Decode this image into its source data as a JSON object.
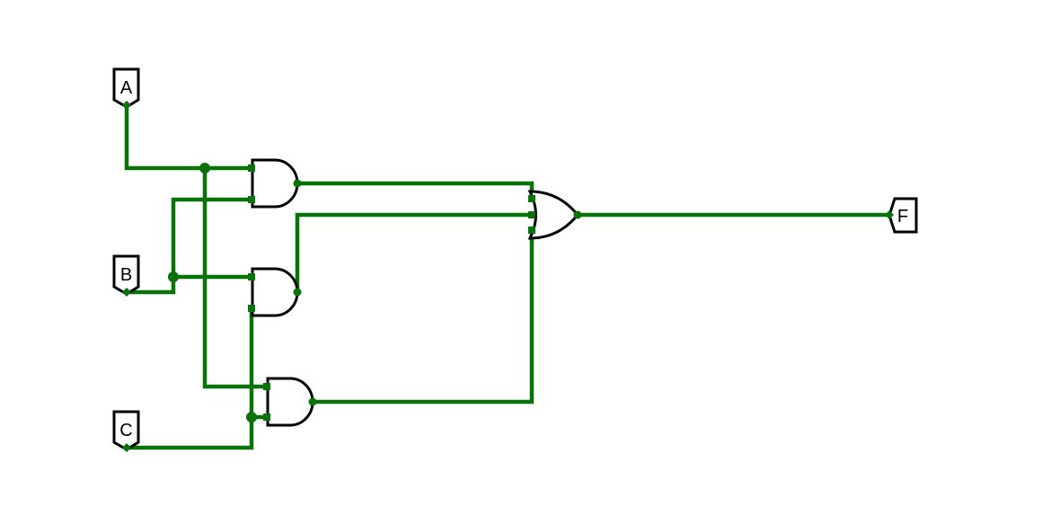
{
  "colors": {
    "wire": "#087308",
    "gate_stroke": "#000000",
    "background": "#ffffff"
  },
  "inputs": [
    {
      "label": "A"
    },
    {
      "label": "B"
    },
    {
      "label": "C"
    }
  ],
  "output": {
    "label": "F"
  },
  "gates": [
    {
      "type": "AND",
      "inputs": [
        "A",
        "B"
      ]
    },
    {
      "type": "AND",
      "inputs": [
        "B",
        "C"
      ]
    },
    {
      "type": "AND",
      "inputs": [
        "A",
        "C"
      ]
    },
    {
      "type": "OR",
      "inputs": [
        "AND1",
        "AND2",
        "AND3"
      ]
    }
  ]
}
